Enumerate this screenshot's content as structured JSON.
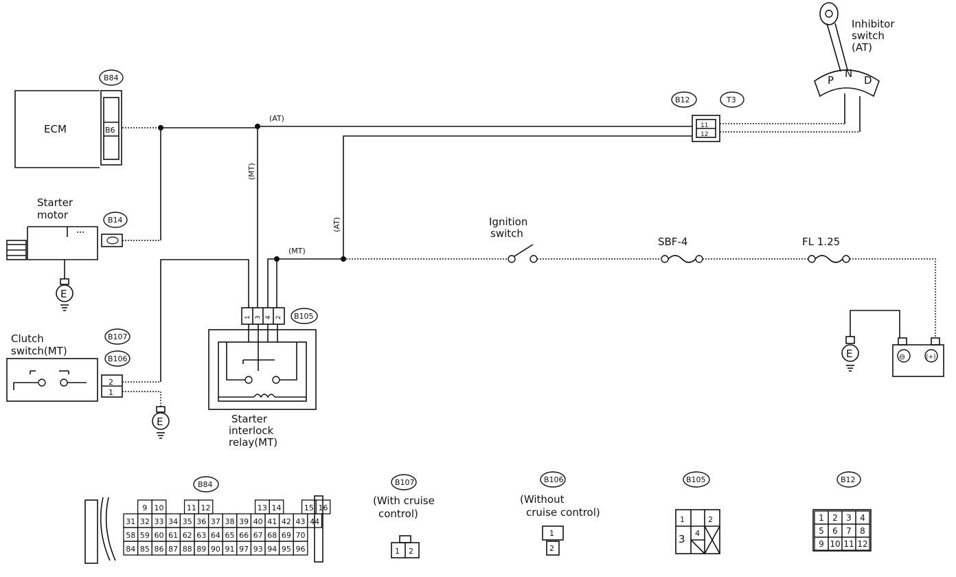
{
  "components": {
    "ecm": "ECM",
    "ecm_pin": "B6",
    "starter_motor": [
      "Starter",
      "motor"
    ],
    "clutch_switch": [
      "Clutch",
      "switch(MT)"
    ],
    "inhibitor_switch": [
      "Inhibitor",
      "switch",
      "(AT)"
    ],
    "ignition_switch": [
      "Ignition",
      "switch"
    ],
    "relay": [
      "Starter",
      "interlock",
      "relay(MT)"
    ],
    "fuse_sbf": "SBF-4",
    "fuse_fl": "FL 1.25",
    "ground": "E",
    "battery_neg": "⊖",
    "battery_pos": "(+)"
  },
  "shift_positions": [
    "P",
    "N",
    "D"
  ],
  "wire_labels": {
    "at": "(AT)",
    "mt": "(MT)"
  },
  "connectors": {
    "b84": "B84",
    "b14": "B14",
    "b107": "B107",
    "b106": "B106",
    "b105": "B105",
    "b12": "B12",
    "t3": "T3"
  },
  "pins": {
    "b12_top": "11",
    "b12_bot": "12",
    "b106_top": "2",
    "b106_bot": "1",
    "relay_pins": [
      "1",
      "3",
      "4",
      "2"
    ]
  },
  "connector_views": {
    "b84_title": "B84",
    "b84_row1": [
      "9",
      "10",
      "11",
      "12",
      "13",
      "14",
      "15",
      "16"
    ],
    "b84_row2": [
      "31",
      "32",
      "33",
      "34",
      "35",
      "36",
      "37",
      "38",
      "39",
      "40",
      "41",
      "42",
      "43",
      "44"
    ],
    "b84_row3": [
      "58",
      "59",
      "60",
      "61",
      "62",
      "63",
      "64",
      "65",
      "66",
      "67",
      "68",
      "69",
      "70"
    ],
    "b84_row4": [
      "84",
      "85",
      "86",
      "87",
      "88",
      "89",
      "90",
      "91",
      "97",
      "93",
      "94",
      "95",
      "96"
    ],
    "b107_title": "B107",
    "b107_caption": [
      "(With cruise",
      "control)"
    ],
    "b107_pins": [
      "1",
      "2"
    ],
    "b106_title": "B106",
    "b106_caption": [
      "(Without",
      "cruise control)"
    ],
    "b106_pins": [
      "1",
      "2"
    ],
    "b105_title": "B105",
    "b105_pins": [
      "1",
      "2",
      "3",
      "4"
    ],
    "b12_title": "B12",
    "b12_pins": [
      "1",
      "2",
      "3",
      "4",
      "5",
      "6",
      "7",
      "8",
      "9",
      "10",
      "11",
      "12"
    ]
  }
}
